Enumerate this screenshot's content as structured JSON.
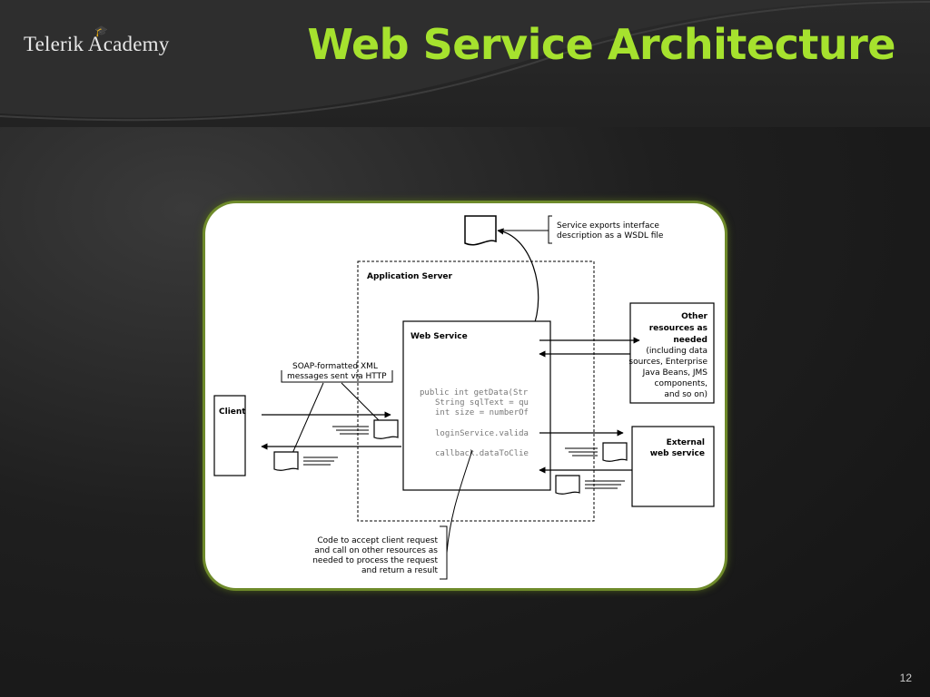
{
  "slide": {
    "logo": "Telerik Academy",
    "title": "Web Service Architecture",
    "page_number": "12"
  },
  "diagram": {
    "wsdl_note": [
      "Service exports interface",
      "description as a WSDL file"
    ],
    "app_server_label": "Application Server",
    "web_service_label": "Web Service",
    "code_lines": [
      "public int getData(Str",
      "String sqlText = qu",
      "int size = numberOf",
      "loginService.valida",
      "callback.dataToClie"
    ],
    "soap_note": [
      "SOAP-formatted XML",
      "messages sent via HTTP"
    ],
    "client_label": "Client",
    "other_resources": [
      "Other",
      "resources as",
      "needed",
      "(including data",
      "sources, Enterprise",
      "Java Beans, JMS",
      "components,",
      "and so on)"
    ],
    "external_service": [
      "External",
      "web service"
    ],
    "code_note": [
      "Code to accept client request",
      "and call on other resources as",
      "needed to process the request",
      "and return a result"
    ]
  }
}
